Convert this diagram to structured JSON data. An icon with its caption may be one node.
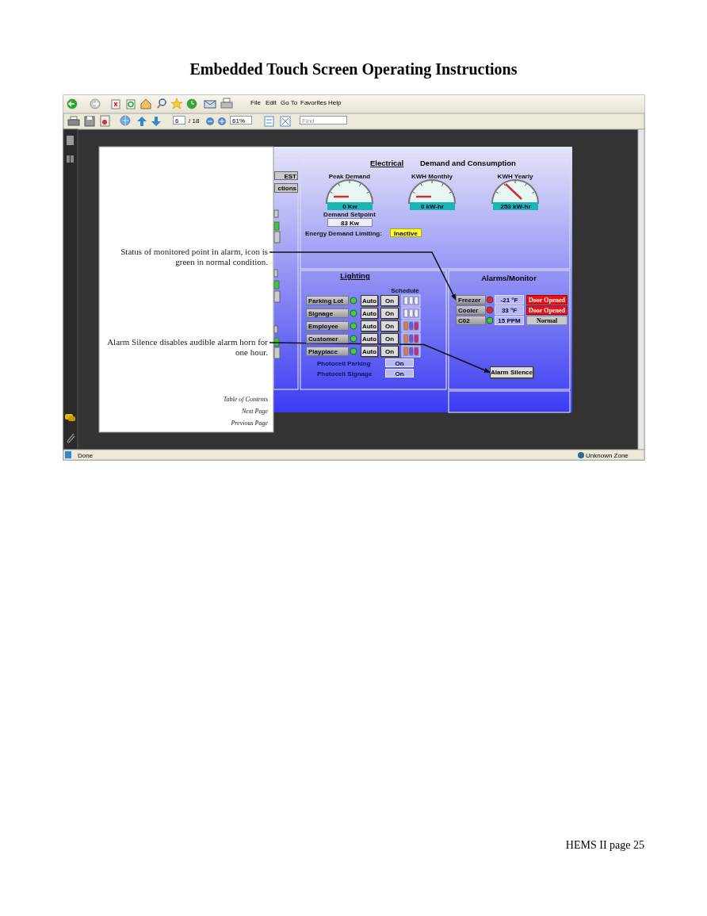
{
  "diagram": {
    "title": "Embedded Touch Screen Operating Instructions",
    "nodes": [
      {
        "text": [
          "Status of monitored point in alarm, icon is green in normal condition."
        ]
      },
      {
        "text": [
          "Freezer"
        ]
      },
      {
        "text": [
          "Cooler"
        ]
      },
      {
        "text": [
          "C02"
        ]
      },
      {
        "text": [
          "Alarm Silence disables audible alarm horn for one hour."
        ]
      },
      {
        "text": [
          "Alarm Silence"
        ]
      }
    ],
    "edges": [
      {
        "from": 0,
        "to": 1,
        "arrow": "to"
      },
      {
        "from": 4,
        "to": 5,
        "arrow": "to"
      }
    ],
    "labels": [
      "File",
      "Edit",
      "Go To",
      "Favorites",
      "Help",
      "6",
      "/ 18",
      "61%",
      "Find",
      "EST",
      "ctions",
      "Electrical",
      "Demand and Consumption",
      "Peak Demand",
      "KWH Monthly",
      "KWH Yearly",
      "0 Kw",
      "0 kW-hr",
      "253 kW-hr",
      "Demand Setpoint",
      "83 Kw",
      "Energy Demand Limiting:",
      "Inactive",
      "Lighting",
      "Schedule",
      "Parking Lot",
      "Auto",
      "On",
      "Signage",
      "Auto",
      "On",
      "Employee",
      "Auto",
      "On",
      "Customer",
      "Auto",
      "On",
      "Playplace",
      "Auto",
      "On",
      "Photocell Parking",
      "On",
      "Photocell Signage",
      "On",
      "Alarms/Monitor",
      "-21 °F",
      "Door Opened",
      "33 °F",
      "Door Opened",
      "15 PPM",
      "Normal",
      "Table of Contents",
      "Next Page",
      "Previous Page",
      "Done",
      "Unknown Zone",
      "HEMS II page 25"
    ]
  }
}
